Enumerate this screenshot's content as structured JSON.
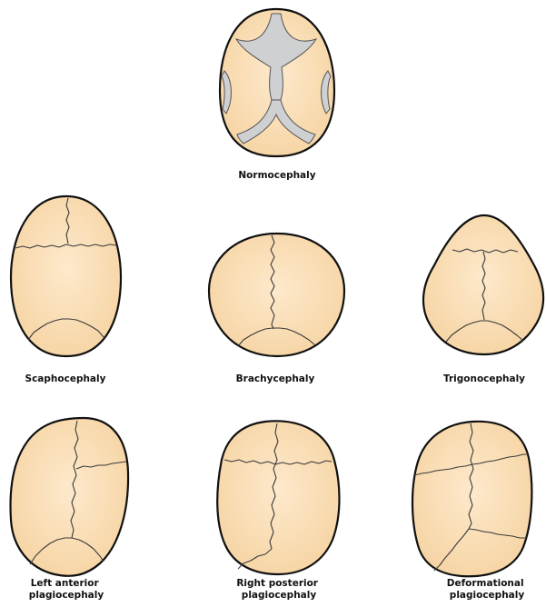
{
  "colors": {
    "skull_fill": "#f6d4a3",
    "skull_highlight": "#fde9cc",
    "outline": "#111111",
    "fontanelle": "#cfd0d2"
  },
  "skulls": [
    {
      "id": "normocephaly",
      "label_lines": [
        "Normocephaly"
      ]
    },
    {
      "id": "scaphocephaly",
      "label_lines": [
        "Scaphocephaly"
      ]
    },
    {
      "id": "brachycephaly",
      "label_lines": [
        "Brachycephaly"
      ]
    },
    {
      "id": "trigonocephaly",
      "label_lines": [
        "Trigonocephaly"
      ]
    },
    {
      "id": "left-anterior-plagiocephaly",
      "label_lines": [
        "Left anterior",
        "plagiocephaly"
      ]
    },
    {
      "id": "right-posterior-plagiocephaly",
      "label_lines": [
        "Right posterior",
        "plagiocephaly"
      ]
    },
    {
      "id": "deformational-plagiocephaly",
      "label_lines": [
        "Deformational",
        "plagiocephaly"
      ]
    }
  ]
}
